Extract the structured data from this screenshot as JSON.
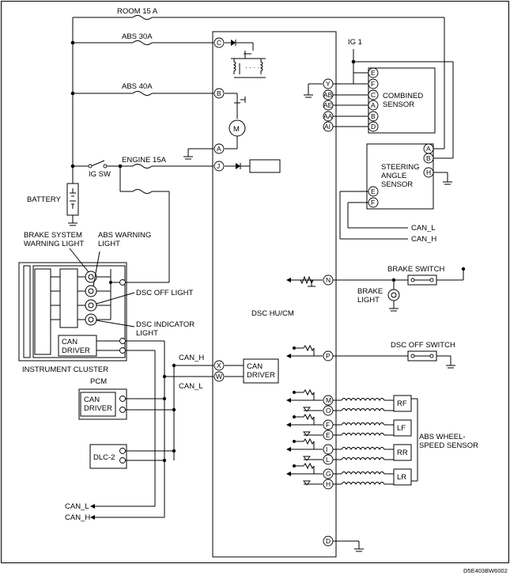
{
  "diagram": {
    "code": "D5E403BW6002",
    "units": {
      "dsc": "DSC HU/CM",
      "can_driver": "CAN\nDRIVER",
      "combined_sensor": "COMBINED\nSENSOR",
      "steering_angle_sensor": "STEERING\nANGLE\nSENSOR",
      "instrument_cluster": "INSTRUMENT CLUSTER",
      "pcm": "PCM",
      "dlc2": "DLC-2",
      "battery": "BATTERY",
      "ig_sw": "IG SW",
      "ig1": "IG 1",
      "motor": "M"
    },
    "fuses": {
      "room": "ROOM 15 A",
      "abs30": "ABS 30A",
      "abs40": "ABS 40A",
      "engine": "ENGINE 15A"
    },
    "lights": {
      "brake_system": "BRAKE SYSTEM\nWARNING LIGHT",
      "abs_warning": "ABS WARNING\nLIGHT",
      "dsc_off": "DSC OFF LIGHT",
      "dsc_indicator": "DSC INDICATOR\nLIGHT",
      "brake_light": "BRAKE\nLIGHT"
    },
    "switches": {
      "brake": "BRAKE SWITCH",
      "dsc_off": "DSC OFF SWITCH"
    },
    "wheel_sensors": {
      "group_label": "ABS WHEEL-\nSPEED SENSOR",
      "rf": "RF",
      "lf": "LF",
      "rr": "RR",
      "lr": "LR"
    },
    "signals": {
      "can_l": "CAN_L",
      "can_h": "CAN_H"
    },
    "pins": {
      "dsc_left": [
        "C",
        "B",
        "A",
        "J"
      ],
      "dsc_can": [
        "X",
        "W"
      ],
      "dsc_right": [
        "N",
        "P",
        "M",
        "O",
        "F",
        "E",
        "I",
        "L",
        "G",
        "H",
        "D"
      ],
      "combined_left": [
        "Y",
        "AB",
        "AE",
        "AA",
        "AI"
      ],
      "combined_right": [
        "E",
        "F",
        "C",
        "A",
        "B",
        "D"
      ],
      "steering": [
        "A",
        "B",
        "H",
        "E",
        "F"
      ]
    }
  }
}
